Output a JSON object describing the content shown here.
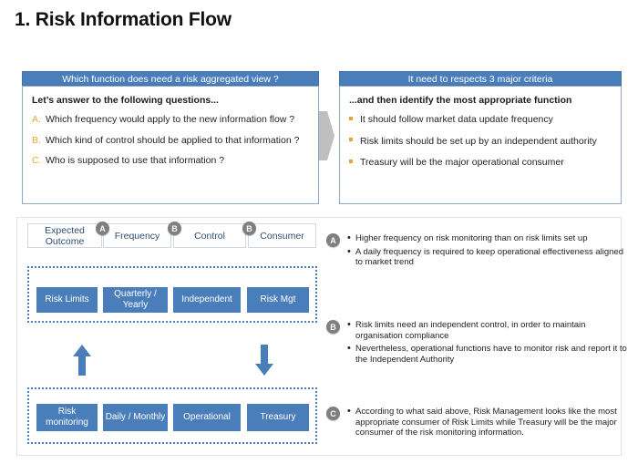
{
  "slide": {
    "title": "1. Risk Information Flow"
  },
  "panels": {
    "left": {
      "header": "Which function does need a risk aggregated view ?",
      "lead": "Let’s answer to the following questions...",
      "questions": [
        {
          "marker": "A.",
          "text": "Which frequency would apply to the new information flow ?"
        },
        {
          "marker": "B.",
          "text": "Which kind of control should be applied to that information ?"
        },
        {
          "marker": "C.",
          "text": "Who is supposed to use that information ?"
        }
      ]
    },
    "right": {
      "header": "It need to respects 3 major criteria",
      "lead": "...and then identify the most appropriate function",
      "bullets": [
        "It should follow market data update frequency",
        "Risk limits should be set up by an independent authority",
        "Treasury will be the major operational consumer"
      ]
    },
    "connector_icon": "right-chevron-arrow-icon"
  },
  "diagram": {
    "columns": [
      {
        "label": "Expected Outcome",
        "badge": null
      },
      {
        "label": "Frequency",
        "badge": "A"
      },
      {
        "label": "Control",
        "badge": "B"
      },
      {
        "label": "Consumer",
        "badge": "B"
      }
    ],
    "rows": [
      {
        "name": "risk-limits-row",
        "cells": [
          "Risk Limits",
          "Quarterly / Yearly",
          "Independent",
          "Risk Mgt"
        ]
      },
      {
        "name": "risk-monitoring-row",
        "cells": [
          "Risk monitoring",
          "Daily / Monthly",
          "Operational",
          "Treasury"
        ]
      }
    ],
    "arrows": [
      {
        "name": "arrow-up-icon",
        "direction": "up"
      },
      {
        "name": "arrow-down-icon",
        "direction": "down"
      }
    ]
  },
  "notes": [
    {
      "badge": "A",
      "items": [
        "Higher frequency on risk monitoring than on risk limits set up",
        "A daily frequency is required to keep operational effectiveness aligned to market trend"
      ]
    },
    {
      "badge": "B",
      "items": [
        "Risk limits need an independent control, in order to maintain organisation compliance",
        "Nevertheless, operational functions have to monitor risk and report it to the Independent Authority"
      ]
    },
    {
      "badge": "C",
      "items": [
        "According to what said above, Risk Management looks like the most appropriate consumer of Risk Limits while Treasury will be the major consumer of the risk monitoring information."
      ]
    }
  ],
  "colors": {
    "accent_blue": "#4a7ebb",
    "marker_orange": "#e8a33d",
    "badge_gray": "#7f7f7f",
    "panel_border": "#8fa9c7"
  }
}
